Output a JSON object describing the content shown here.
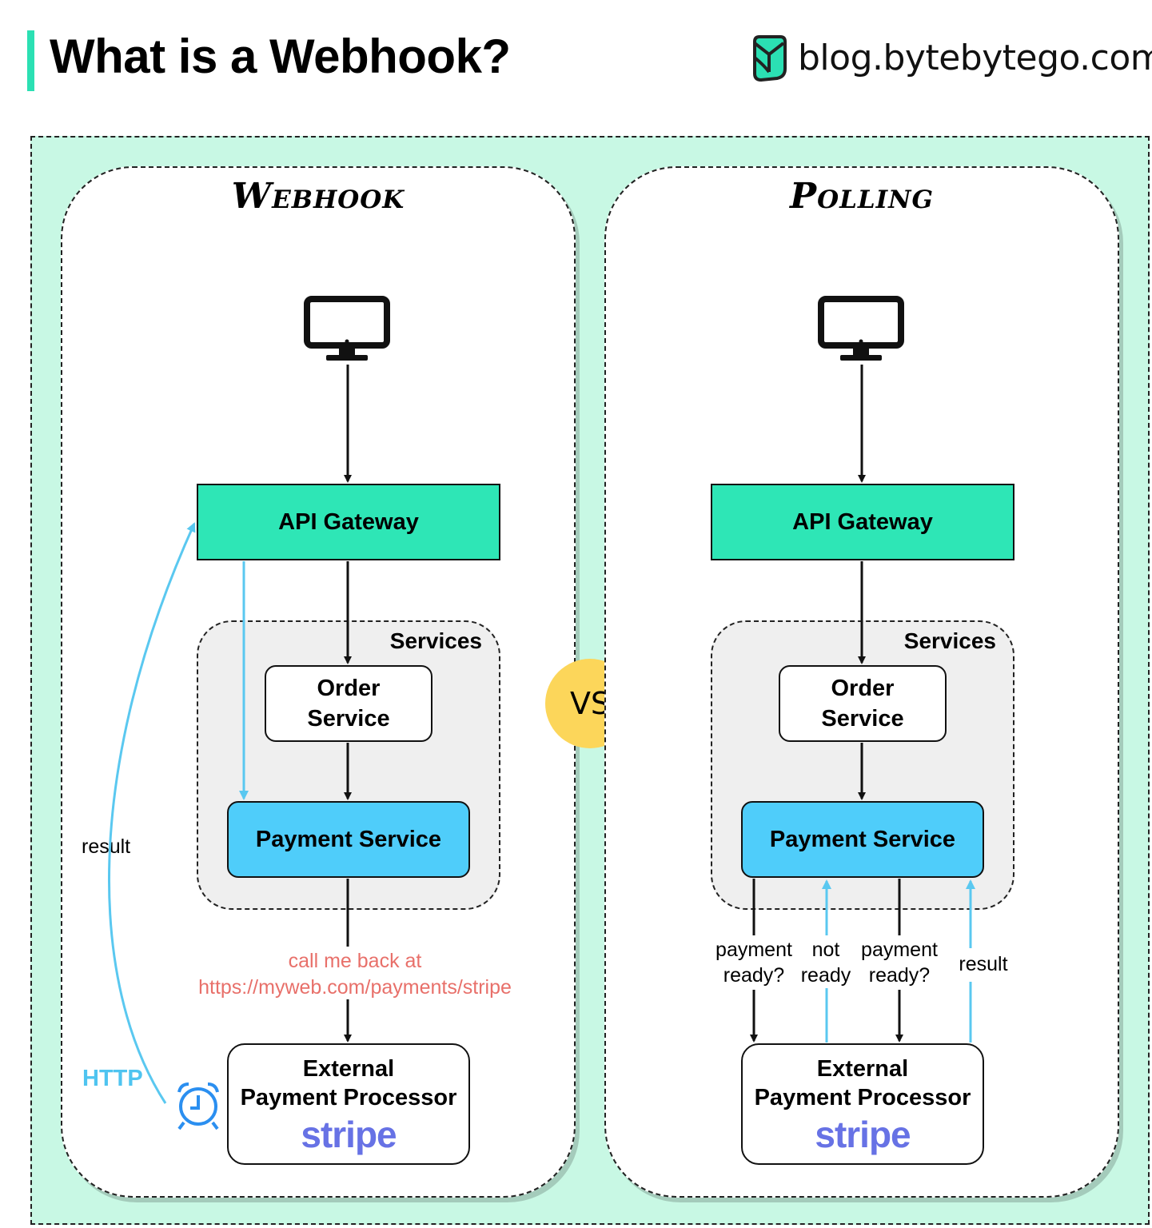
{
  "header": {
    "title": "What is a Webhook?",
    "brand_text": "blog.bytebytego.com",
    "brand_icon": "bytebytego-logo-icon"
  },
  "colors": {
    "accent": "#2be0b3",
    "background": "#c8f8e4",
    "gateway": "#2ee6b6",
    "payment": "#4fcdfa",
    "vs_badge": "#fcd65a",
    "callback_text": "#e8706a",
    "http_arrow": "#4fc4f0",
    "stripe": "#6772e5"
  },
  "vs_label": "VS",
  "webhook": {
    "title": "Webhook",
    "client_icon": "monitor-icon",
    "gateway": "API Gateway",
    "services": "Services",
    "order_service": [
      "Order",
      "Service"
    ],
    "payment_service": "Payment Service",
    "external": [
      "External",
      "Payment Processor"
    ],
    "stripe": "stripe",
    "callback": [
      "call me back at",
      "https://myweb.com/payments/stripe"
    ],
    "http_label": "HTTP",
    "result_label": "result",
    "timer_icon": "alarm-clock-icon"
  },
  "polling": {
    "title": "Polling",
    "client_icon": "monitor-icon",
    "gateway": "API Gateway",
    "services": "Services",
    "order_service": [
      "Order",
      "Service"
    ],
    "payment_service": "Payment Service",
    "external": [
      "External",
      "Payment Processor"
    ],
    "stripe": "stripe",
    "labels": {
      "ask1": [
        "payment",
        "ready?"
      ],
      "not_ready": [
        "not",
        "ready"
      ],
      "ask2": [
        "payment",
        "ready?"
      ],
      "result": "result"
    }
  }
}
